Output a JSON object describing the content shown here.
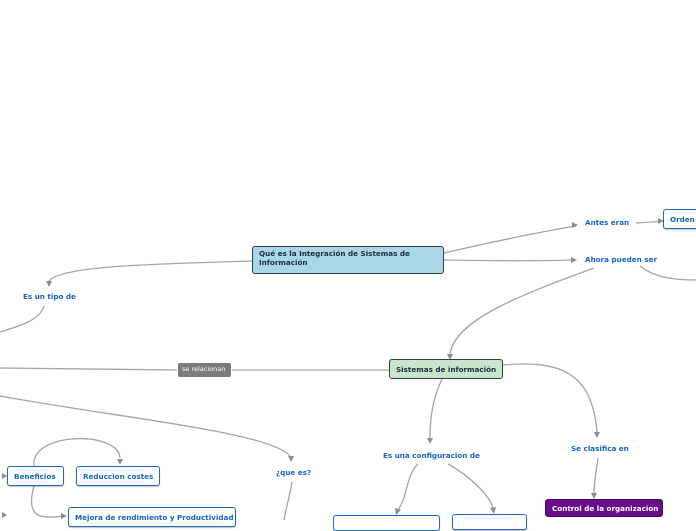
{
  "nodes": {
    "main_topic": "Qué es la Integración de Sistemas de Información",
    "antes_eran": "Antes eran",
    "orden": "Orden",
    "ahora_pueden_ser": "Ahora pueden ser",
    "es_un_tipo_de": "Es un tipo de",
    "se_relacionan": "se relacionan",
    "sistemas_de_informacion": "Sistemas de información",
    "es_una_configuracion_de": "Es una configuracion de",
    "se_clasifica_en": "Se clasifica en",
    "control_de_la_organizacion": "Control de la organizacion",
    "que_es": "¿que es?",
    "beneficios": "Beneficios",
    "reduccion_costes": "Reduccion costes",
    "mejora_rendimiento": "Mejora de rendimiento y Productividad"
  },
  "colors": {
    "main_fill": "#a8d8e6",
    "center_fill": "#c8e6c9",
    "purple_fill": "#6a0d8a",
    "label_text": "#1565c0",
    "connector": "#a2a4ad"
  }
}
